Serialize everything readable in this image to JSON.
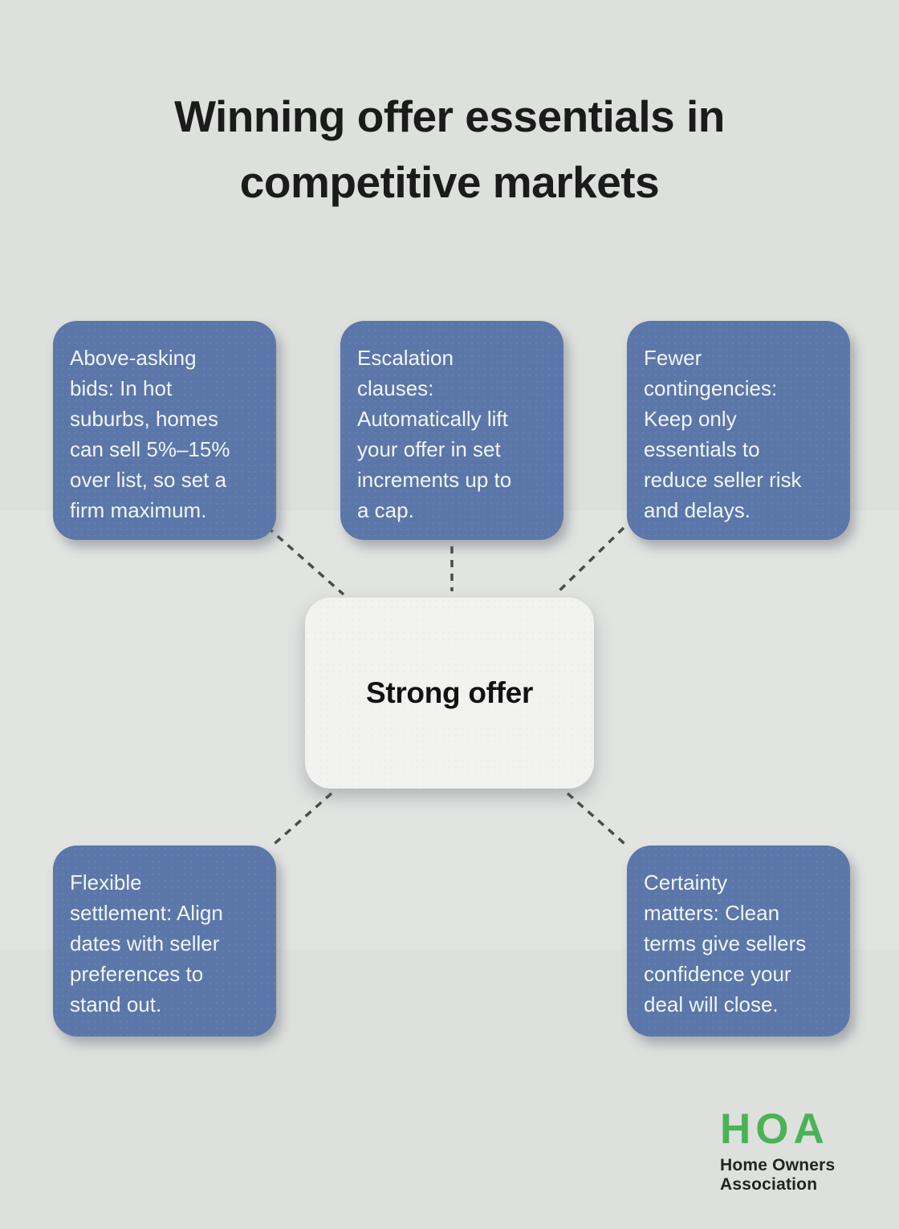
{
  "title": {
    "line1": "Winning offer essentials in",
    "line2": "competitive markets"
  },
  "diagram": {
    "center": {
      "label": "Strong offer"
    },
    "nodes": [
      {
        "id": "above-asking-bids",
        "text": "Above-asking\nbids: In hot\nsuburbs, homes\ncan sell 5%–15%\nover list, so set a\nfirm maximum."
      },
      {
        "id": "escalation-clauses",
        "text": "Escalation\nclauses:\nAutomatically lift\nyour offer in set\nincrements up to\na cap."
      },
      {
        "id": "fewer-contingencies",
        "text": "Fewer\ncontingencies:\nKeep only\nessentials to\nreduce seller risk\nand delays."
      },
      {
        "id": "flexible-settlement",
        "text": "Flexible\nsettlement: Align\ndates with seller\npreferences to\nstand out."
      },
      {
        "id": "certainty-matters",
        "text": "Certainty\nmatters: Clean\nterms give sellers\nconfidence your\ndeal will close."
      }
    ]
  },
  "logo": {
    "acronym": "HOA",
    "name_line1": "Home Owners",
    "name_line2": "Association"
  },
  "colors": {
    "background": "#dde0dd",
    "middle_band": "#e2e4e2",
    "node_fill": "#5b76a8",
    "node_text": "#f1f5f9",
    "center_fill": "#f2f3f1",
    "title_text": "#1b1b1b",
    "connector": "#4b4b4b",
    "logo_green": "#4bb257",
    "logo_dark": "#232323"
  }
}
